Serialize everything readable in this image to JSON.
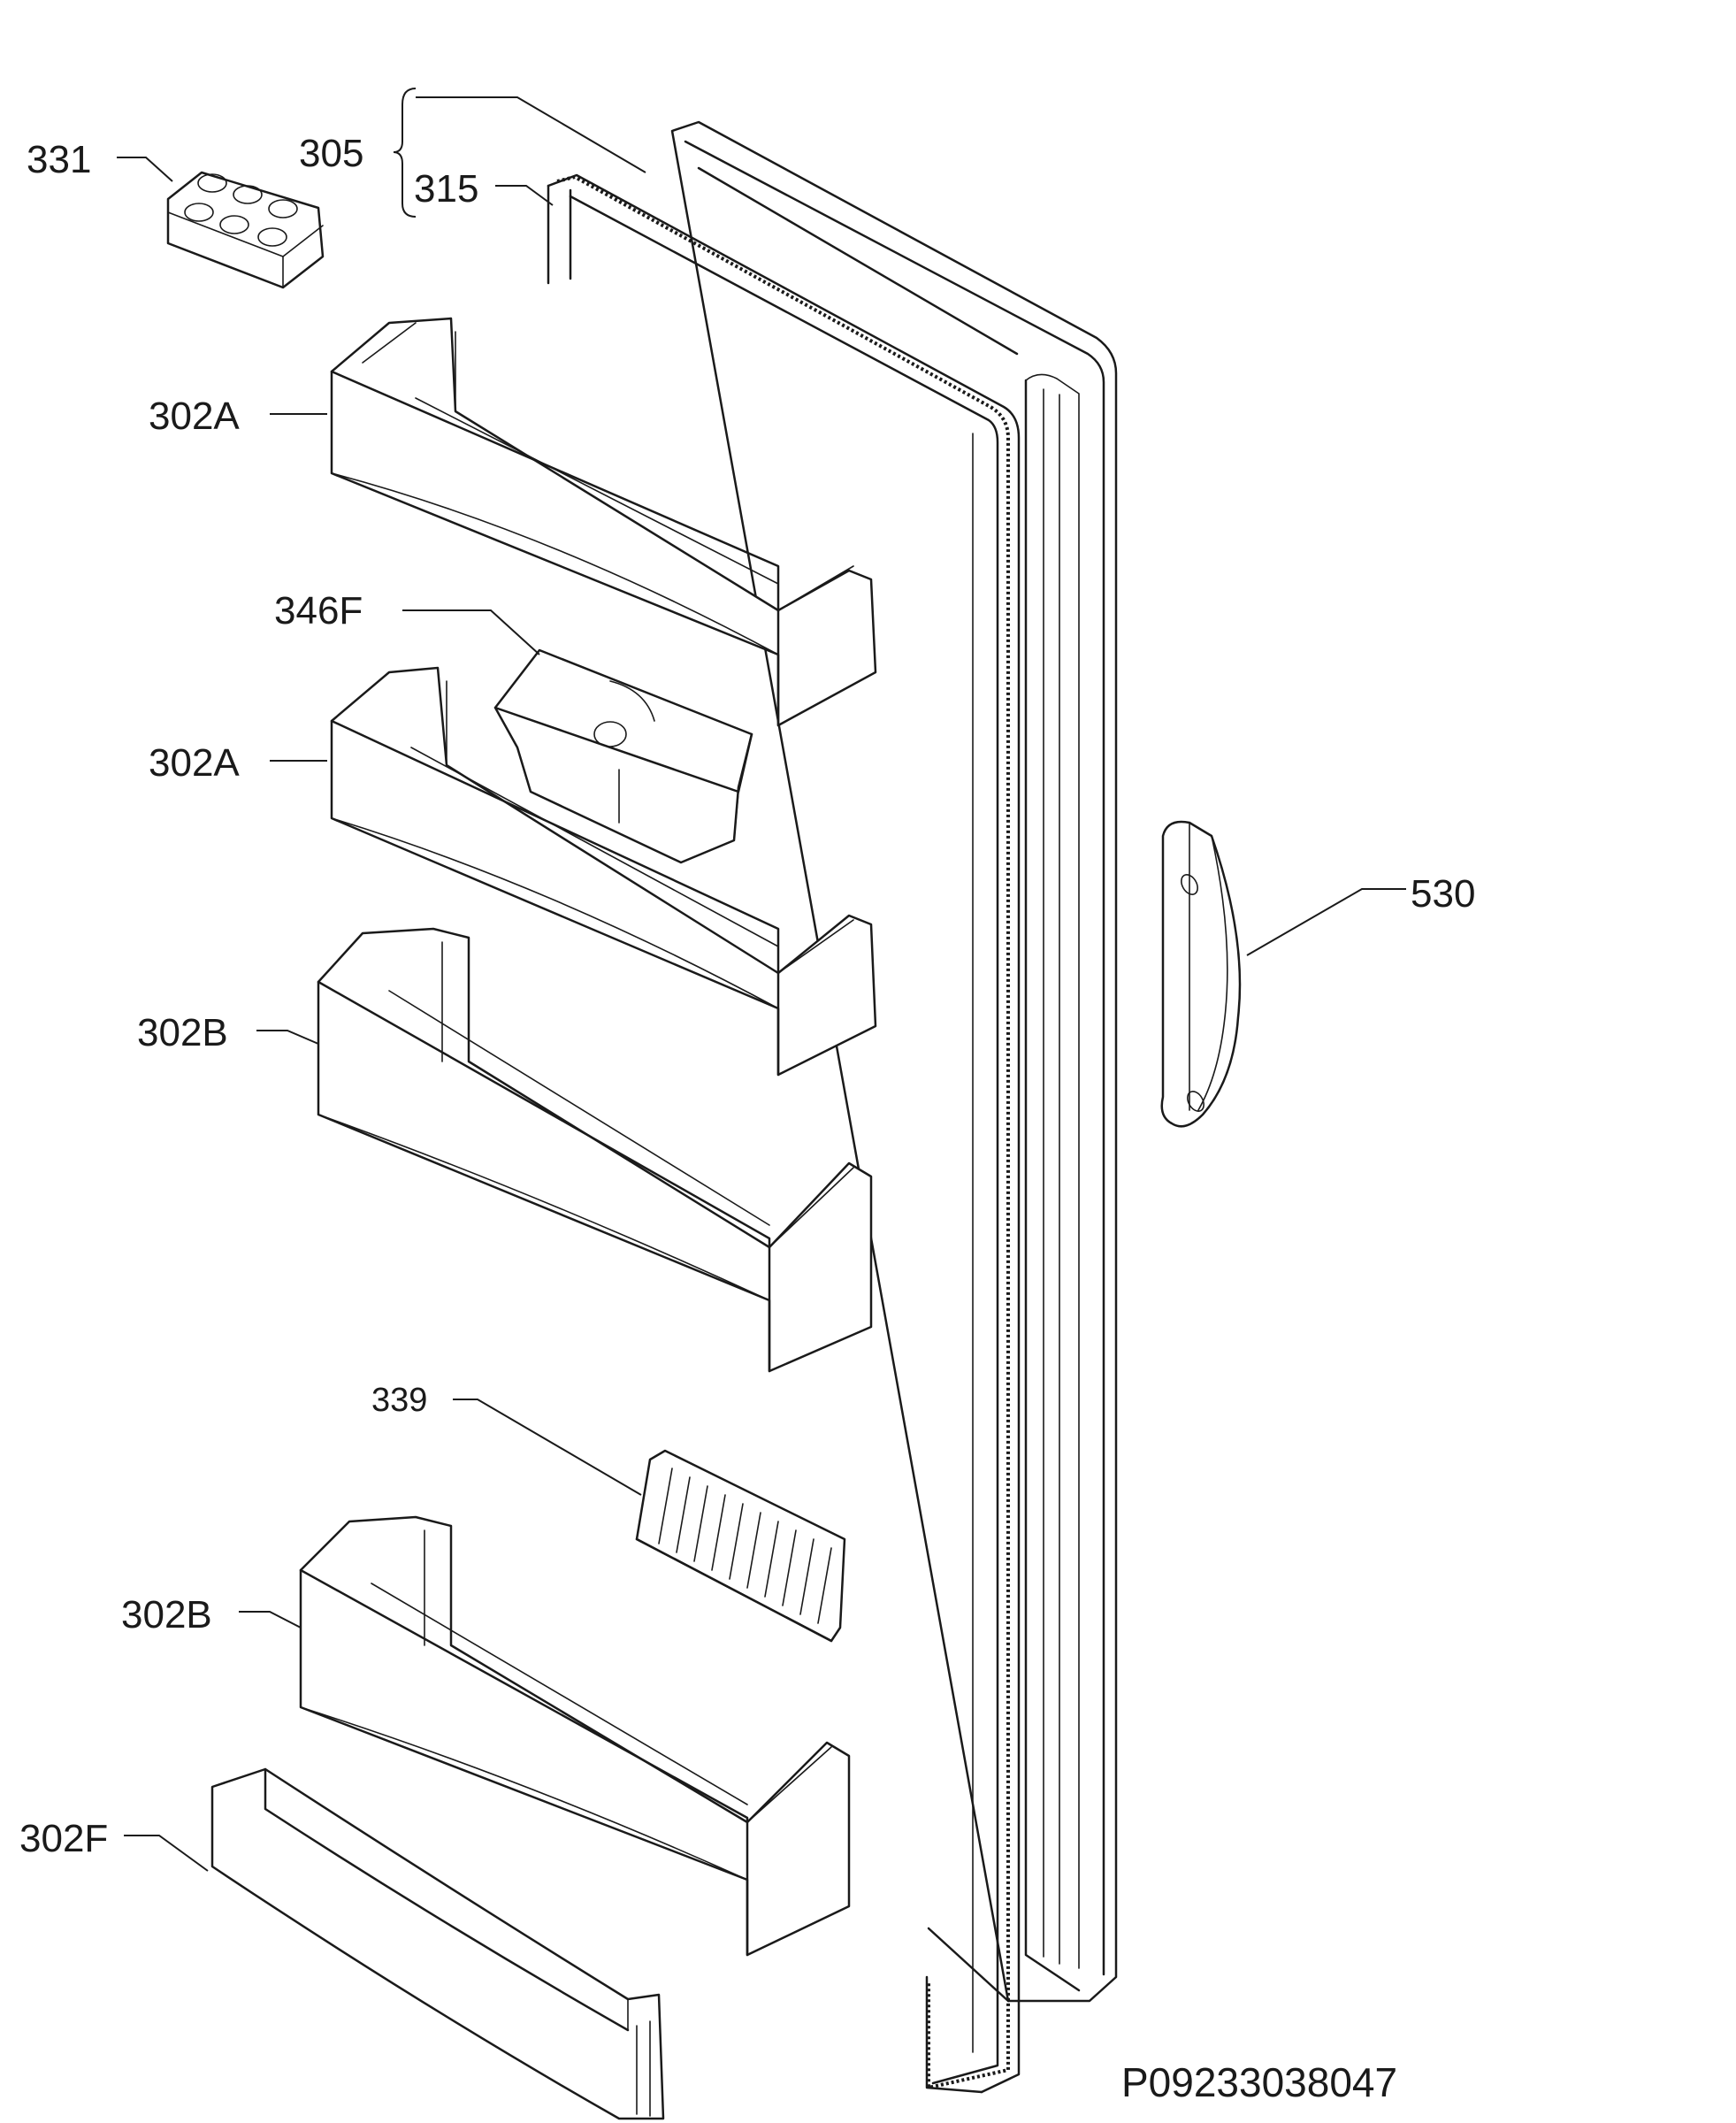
{
  "labels": {
    "p331": "331",
    "p305": "305",
    "p315": "315",
    "p302a_1": "302A",
    "p346f": "346F",
    "p302a_2": "302A",
    "p302b_1": "302B",
    "p530": "530",
    "p339": "339",
    "p302b_2": "302B",
    "p302f": "302F"
  },
  "footer": {
    "code": "P09233038047"
  },
  "colors": {
    "line": "#1a1a1a",
    "background": "#ffffff"
  }
}
